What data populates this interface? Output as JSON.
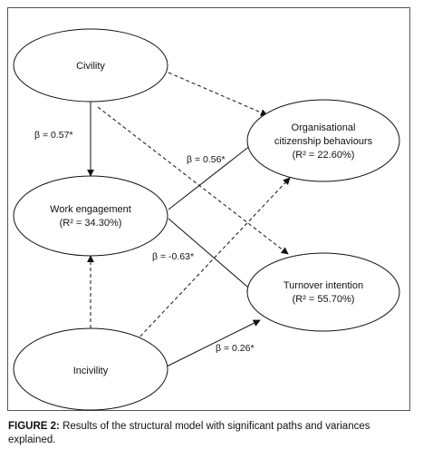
{
  "nodes": {
    "civility": {
      "label": "Civility"
    },
    "work_engagement": {
      "label": "Work engagement",
      "r2": "(R² = 34.30%)"
    },
    "incivility": {
      "label": "Incivility"
    },
    "ocb": {
      "label_line1": "Organisational",
      "label_line2": "citizenship behaviours",
      "r2": "(R² = 22.60%)"
    },
    "turnover": {
      "label": "Turnover intention",
      "r2": "(R² = 55.70%)"
    }
  },
  "paths": {
    "civility_to_engagement": {
      "label": "β = 0.57*",
      "style": "solid"
    },
    "engagement_to_ocb": {
      "label": "β = 0.56*",
      "style": "solid"
    },
    "engagement_to_turnover": {
      "label": "β = -0.63*",
      "style": "solid"
    },
    "incivility_to_turnover": {
      "label": "β = 0.26*",
      "style": "solid"
    },
    "civility_to_ocb": {
      "style": "dashed"
    },
    "civility_to_turnover": {
      "style": "dashed"
    },
    "incivility_to_engagement": {
      "style": "dashed"
    },
    "incivility_to_ocb": {
      "style": "dashed"
    }
  },
  "caption": {
    "figure_label": "FIGURE 2:",
    "text": " Results of the structural model with significant paths and variances explained."
  }
}
